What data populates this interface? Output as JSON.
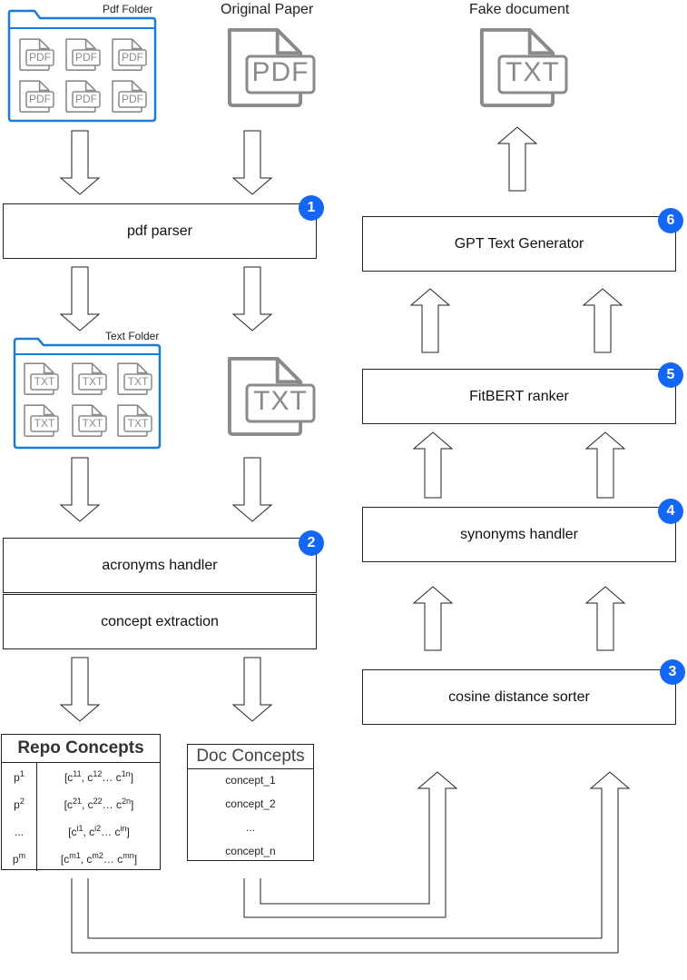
{
  "captions": {
    "pdf_folder": "Pdf Folder",
    "original_paper": "Original Paper",
    "fake_document": "Fake document",
    "text_folder": "Text Folder"
  },
  "file_icons": {
    "pdf": "PDF",
    "txt": "TXT"
  },
  "steps": {
    "pdf_parser": "pdf parser",
    "acronyms_handler": "acronyms handler",
    "concept_extraction": "concept extraction",
    "gpt_text_generator": "GPT Text Generator",
    "fitbert_ranker": "FitBERT ranker",
    "synonyms_handler": "synonyms handler",
    "cosine_distance_sorter": "cosine distance sorter"
  },
  "badges": {
    "pdf_parser": "1",
    "acronyms_handler": "2",
    "cosine_distance_sorter": "3",
    "synonyms_handler": "4",
    "fitbert_ranker": "5",
    "gpt_text_generator": "6"
  },
  "repo_concepts": {
    "title": "Repo Concepts",
    "rows": [
      {
        "p": "p",
        "p_sup": "1",
        "v": "[c<sup>11</sup>, c<sup>12</sup>… c<sup>1n</sup>]"
      },
      {
        "p": "p",
        "p_sup": "2",
        "v": "[c<sup>21</sup>, c<sup>22</sup>… c<sup>2n</sup>]"
      },
      {
        "p": "...",
        "p_sup": "",
        "v": "[c<sup>i1</sup>, c<sup>i2</sup>… c<sup>in</sup>]"
      },
      {
        "p": "p",
        "p_sup": "m",
        "v": "[c<sup>m1</sup>, c<sup>m2</sup>… c<sup>mn</sup>]"
      }
    ]
  },
  "doc_concepts": {
    "title": "Doc Concepts",
    "items": [
      "concept_1",
      "concept_2",
      "...",
      "concept_n"
    ]
  },
  "colors": {
    "folder_blue": "#1d7bd8",
    "badge_blue": "#1466f4",
    "file_gray": "#8a8a8a"
  }
}
